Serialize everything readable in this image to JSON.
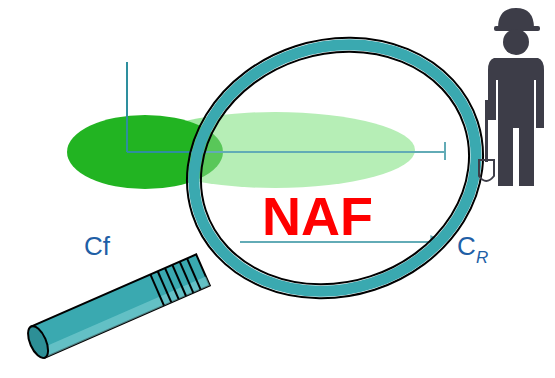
{
  "diagram": {
    "labels": [
      "Cf",
      "NAF",
      "C",
      "R"
    ]
  }
}
